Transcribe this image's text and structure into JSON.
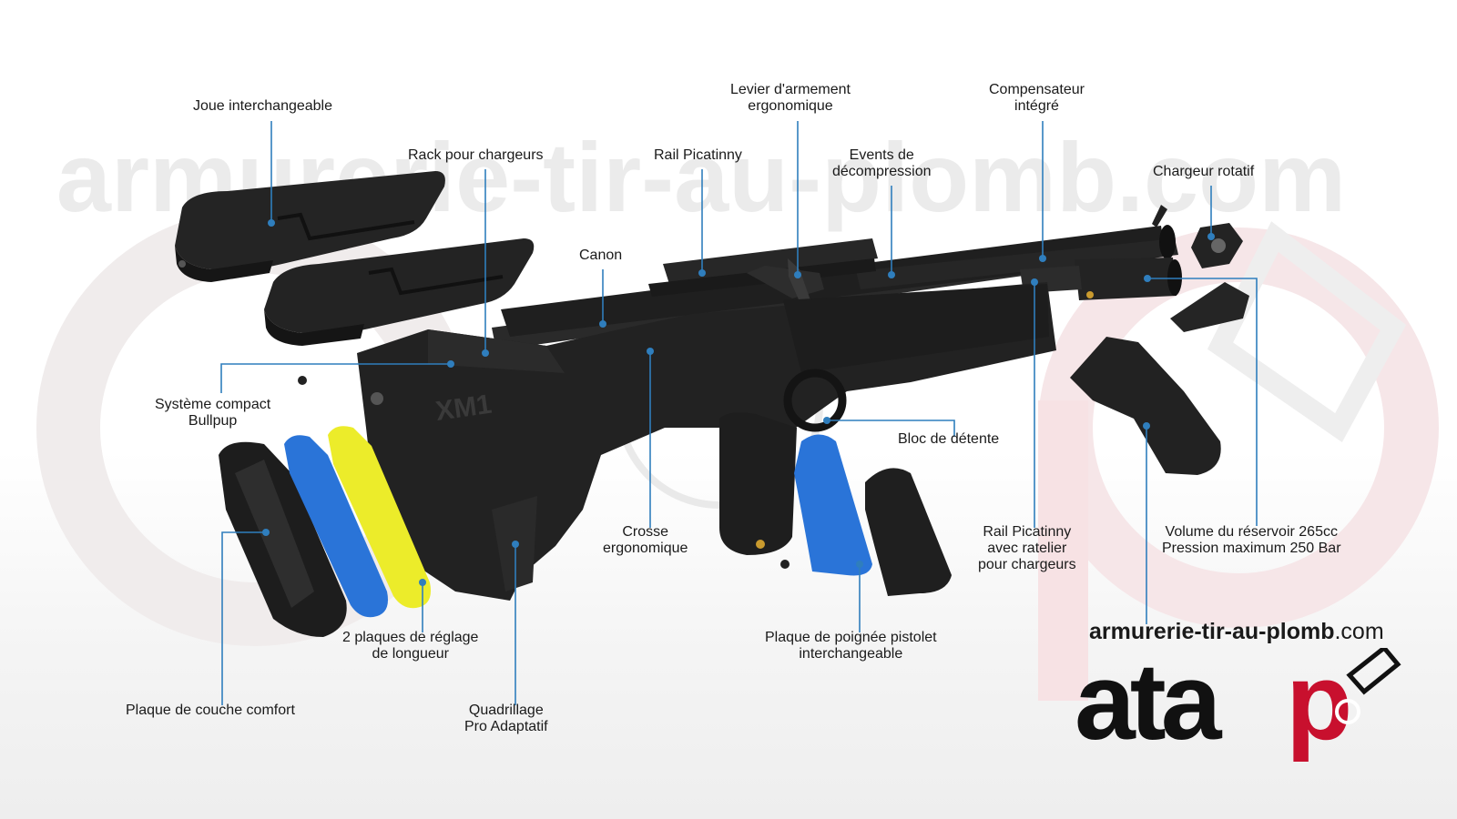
{
  "watermark": {
    "text": "armurerie-tir-au-plomb.com"
  },
  "labels": {
    "joue": "Joue interchangeable",
    "rack": "Rack pour chargeurs",
    "rail_top": "Rail Picatinny",
    "levier": [
      "Levier d'armement",
      "ergonomique"
    ],
    "compensateur": [
      "Compensateur",
      "intégré"
    ],
    "events": [
      "Events de",
      "décompression"
    ],
    "chargeur": "Chargeur rotatif",
    "canon": "Canon",
    "systeme": [
      "Système compact",
      "Bullpup"
    ],
    "bloc": "Bloc de détente",
    "crosse": [
      "Crosse",
      "ergonomique"
    ],
    "rail_bottom": [
      "Rail Picatinny",
      "avec ratelier",
      "pour chargeurs"
    ],
    "volume": [
      "Volume du réservoir 265cc",
      "Pression maximum 250 Bar"
    ],
    "plaques": [
      "2 plaques de réglage",
      "de longueur"
    ],
    "poignee": [
      "Plaque de poignée pistolet",
      "interchangeable"
    ],
    "couche": "Plaque de couche comfort",
    "quadrillage": [
      "Quadrillage",
      "Pro Adaptatif"
    ]
  },
  "stock_mark": "XM1",
  "logo": {
    "url_bold": "armurerie-tir-au-plomb",
    "url_tld": ".com",
    "brand": "atap",
    "brand_part1": "ata",
    "brand_part2": "p",
    "accent": "#c8102e"
  },
  "colors": {
    "leader": "#2f7ebd",
    "gun": "#1f1f1f",
    "gun_light": "#3a3a3a",
    "blue_part": "#2a74d8",
    "yellow_part": "#ecec2a",
    "watermark": "#e9e9e9"
  }
}
